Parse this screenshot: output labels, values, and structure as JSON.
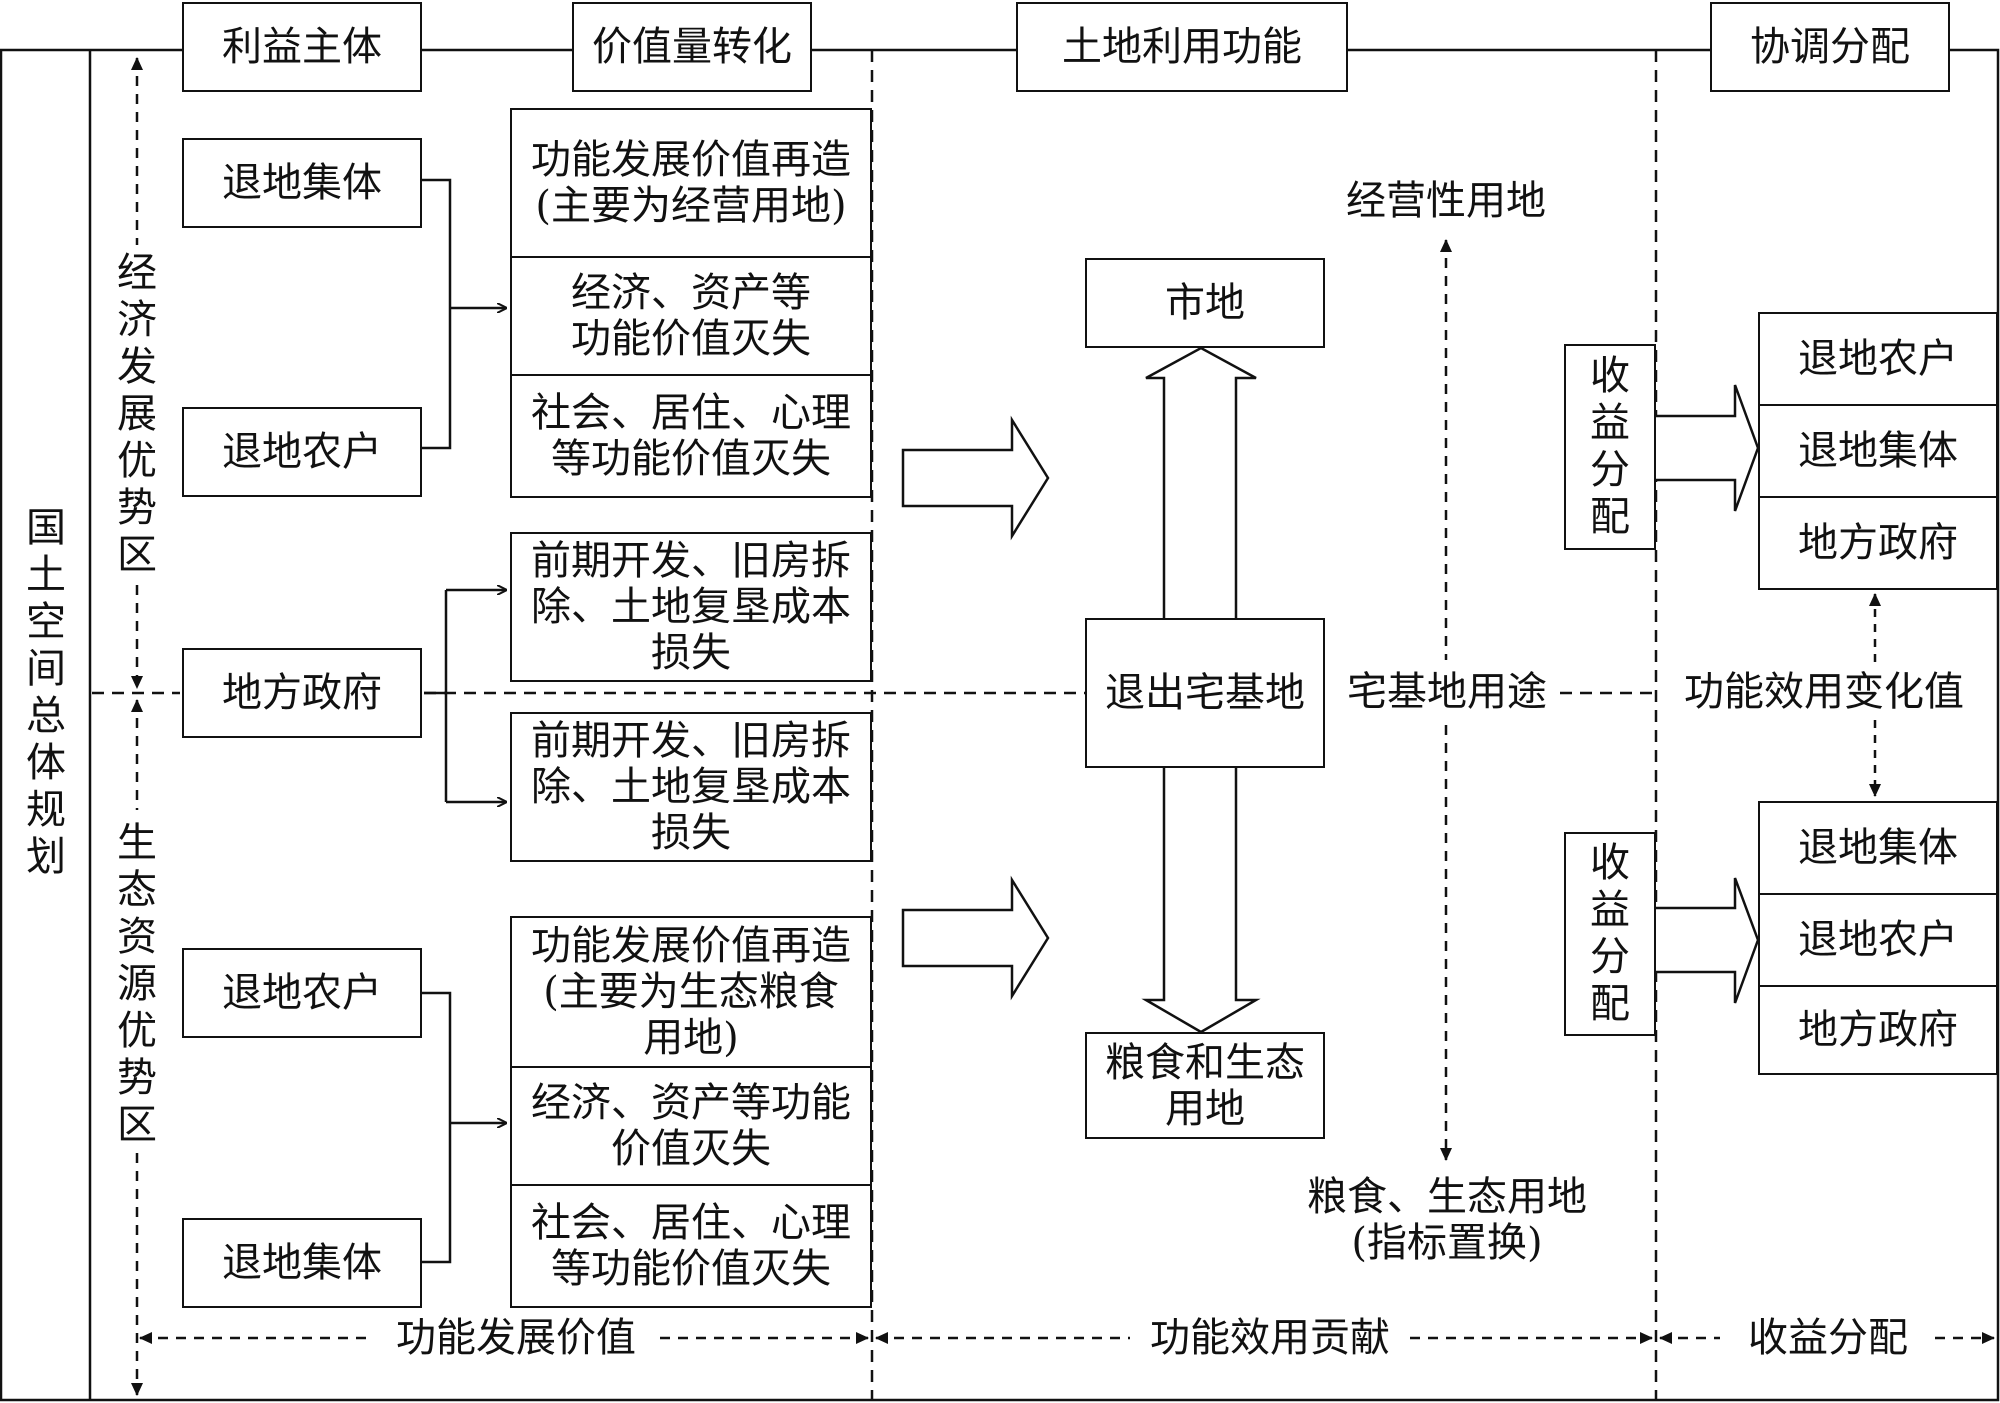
{
  "headers": {
    "stakeholders": "利益主体",
    "value_conversion": "价值量转化",
    "land_function": "土地利用功能",
    "coordination": "协调分配"
  },
  "side_label": "国土空间总体规划",
  "zones": {
    "economic": "经济发展优势区",
    "ecological": "生态资源优势区"
  },
  "stakeholders": {
    "top_collective": "退地集体",
    "top_farmer": "退地农户",
    "government": "地方政府",
    "bottom_farmer": "退地农户",
    "bottom_collective": "退地集体"
  },
  "value_boxes": {
    "top": [
      "功能发展价值再造\n(主要为经营用地)",
      "经济、资产等\n功能价值灭失",
      "社会、居住、心理\n等功能价值灭失"
    ],
    "gov_top": "前期开发、旧房拆\n除、土地复垦成本\n损失",
    "gov_bottom": "前期开发、旧房拆\n除、土地复垦成本\n损失",
    "bottom": [
      "功能发展价值再造\n(主要为生态粮食\n用地)",
      "经济、资产等功能\n价值灭失",
      "社会、居住、心理\n等功能价值灭失"
    ]
  },
  "land": {
    "market_land": "市地",
    "exit_homestead": "退出宅基地",
    "grain_eco_land": "粮食和生态\n用地",
    "commercial_use": "经营性用地",
    "homestead_use": "宅基地用途",
    "grain_eco_use": "粮食、生态用地\n(指标置换)"
  },
  "coordination": {
    "income_distribution_top": "收益分配",
    "income_distribution_bottom": "收益分配",
    "top_list": [
      "退地农户",
      "退地集体",
      "地方政府"
    ],
    "bottom_list": [
      "退地集体",
      "退地农户",
      "地方政府"
    ],
    "utility_change": "功能效用变化值"
  },
  "bottom_axis": {
    "function_dev_value": "功能发展价值",
    "function_utility": "功能效用贡献",
    "income_distribution": "收益分配"
  }
}
